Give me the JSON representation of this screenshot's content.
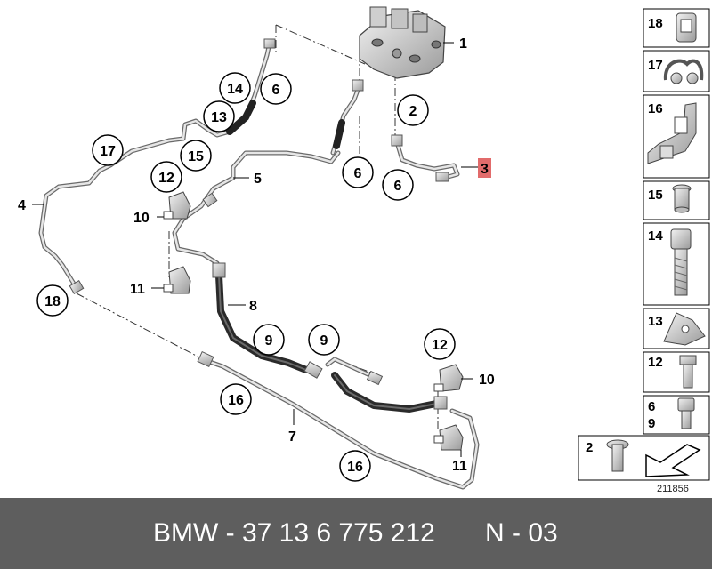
{
  "diagram_id": "211856",
  "footer": {
    "part_number": "BMW - 37 13 6 775 212",
    "revision": "N - 03"
  },
  "highlight_color": "#e26b6b",
  "circled_callouts": [
    "14",
    "6",
    "13",
    "17",
    "15",
    "12",
    "18",
    "9",
    "9",
    "12",
    "16",
    "16",
    "2",
    "6",
    "6"
  ],
  "plain_callouts": [
    "1",
    "3",
    "4",
    "5",
    "10",
    "11",
    "8",
    "7",
    "10",
    "11"
  ],
  "side_panel": [
    {
      "label": "18",
      "icon": "clip-18-icon"
    },
    {
      "label": "17",
      "icon": "clip-17-icon"
    },
    {
      "label": "16",
      "icon": "bracket-16-icon"
    },
    {
      "label": "15",
      "icon": "sleeve-15-icon"
    },
    {
      "label": "14",
      "icon": "cap-screw-14-icon"
    },
    {
      "label": "13",
      "icon": "spring-nut-13-icon"
    },
    {
      "label": "12",
      "icon": "hex-bolt-12-icon"
    },
    {
      "label": "6",
      "label2": "9",
      "icon": "cap-screw-6-9-icon"
    },
    {
      "label": "2",
      "icon": "flange-bolt-2-icon"
    }
  ]
}
